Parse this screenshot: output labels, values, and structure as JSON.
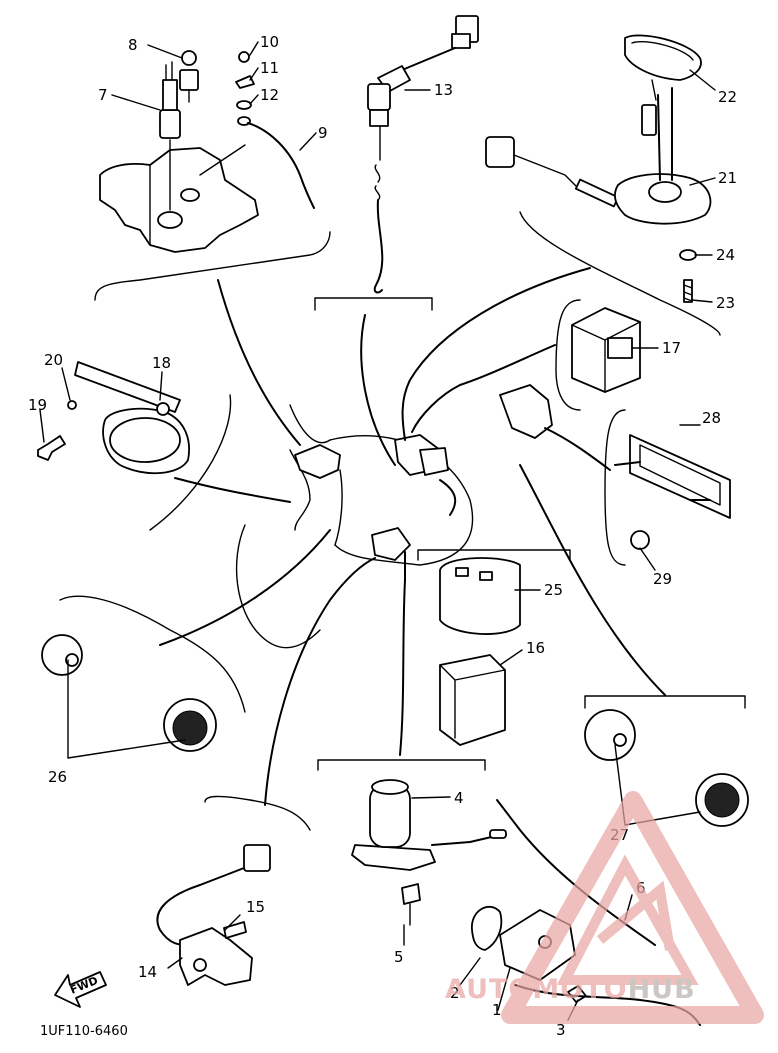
{
  "diagram_code": "1UF110-6460",
  "fwd_label": "FWD",
  "watermark": {
    "part1": "AUTO",
    "part2": "MOTO",
    "part3": "HUB",
    "color": "#e8a7a3"
  },
  "callouts": {
    "n1": "1",
    "n2": "2",
    "n3": "3",
    "n4": "4",
    "n5": "5",
    "n6": "6",
    "n7": "7",
    "n8": "8",
    "n9": "9",
    "n10": "10",
    "n11": "11",
    "n12": "12",
    "n13": "13",
    "n14": "14",
    "n15": "15",
    "n16": "16",
    "n17": "17",
    "n18": "18",
    "n19": "19",
    "n20": "20",
    "n21": "21",
    "n22": "22",
    "n23": "23",
    "n24": "24",
    "n25": "25",
    "n26": "26",
    "n27": "27",
    "n28": "28",
    "n29": "29"
  }
}
